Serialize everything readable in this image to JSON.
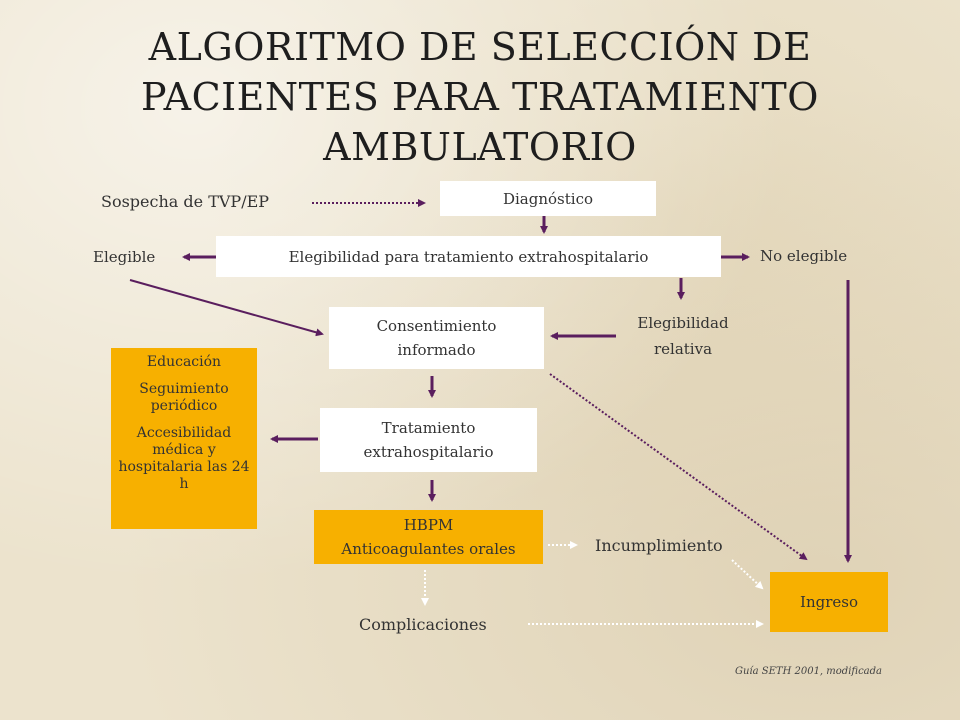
{
  "title": {
    "line1": "ALGORITMO DE SELECCIÓN DE",
    "line2": "PACIENTES PARA TRATAMIENTO",
    "line3": "AMBULATORIO"
  },
  "nodes": {
    "sospecha": "Sospecha de TVP/EP",
    "diagnostico": "Diagnóstico",
    "elegibilidad": "Elegibilidad para tratamiento extrahospitalario",
    "elegible": "Elegible",
    "no_elegible": "No elegible",
    "consentimiento_line1": "Consentimiento",
    "consentimiento_line2": "informado",
    "elegibilidad_relativa_line1": "Elegibilidad",
    "elegibilidad_relativa_line2": "relativa",
    "educacion": {
      "item1": "Educación",
      "item2": "Seguimiento periódico",
      "item3": "Accesibilidad médica y hospitalaria las 24 h"
    },
    "tratamiento_line1": "Tratamiento",
    "tratamiento_line2": "extrahospitalario",
    "hbpm_line1": "HBPM",
    "hbpm_line2": "Anticoagulantes orales",
    "incumplimiento": "Incumplimiento",
    "ingreso": "Ingreso",
    "complicaciones": "Complicaciones"
  },
  "footnote": "Guía SETH 2001, modificada",
  "colors": {
    "arrow": "#5a1e5e",
    "box_orange": "#f7b000",
    "box_white": "#ffffff",
    "dotted_light": "#ffffff"
  }
}
